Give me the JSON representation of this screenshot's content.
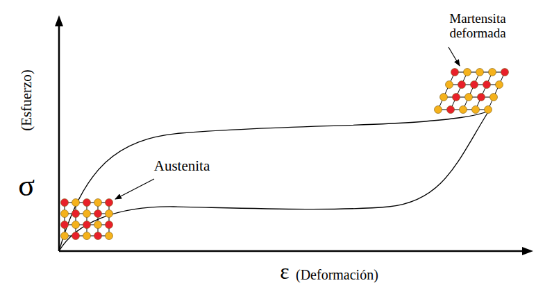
{
  "diagram": {
    "labels": [
      "Martensita deformada",
      "Austenita",
      "σ",
      "(Esfuerzo)",
      "ε",
      "(Deformación)"
    ]
  }
}
